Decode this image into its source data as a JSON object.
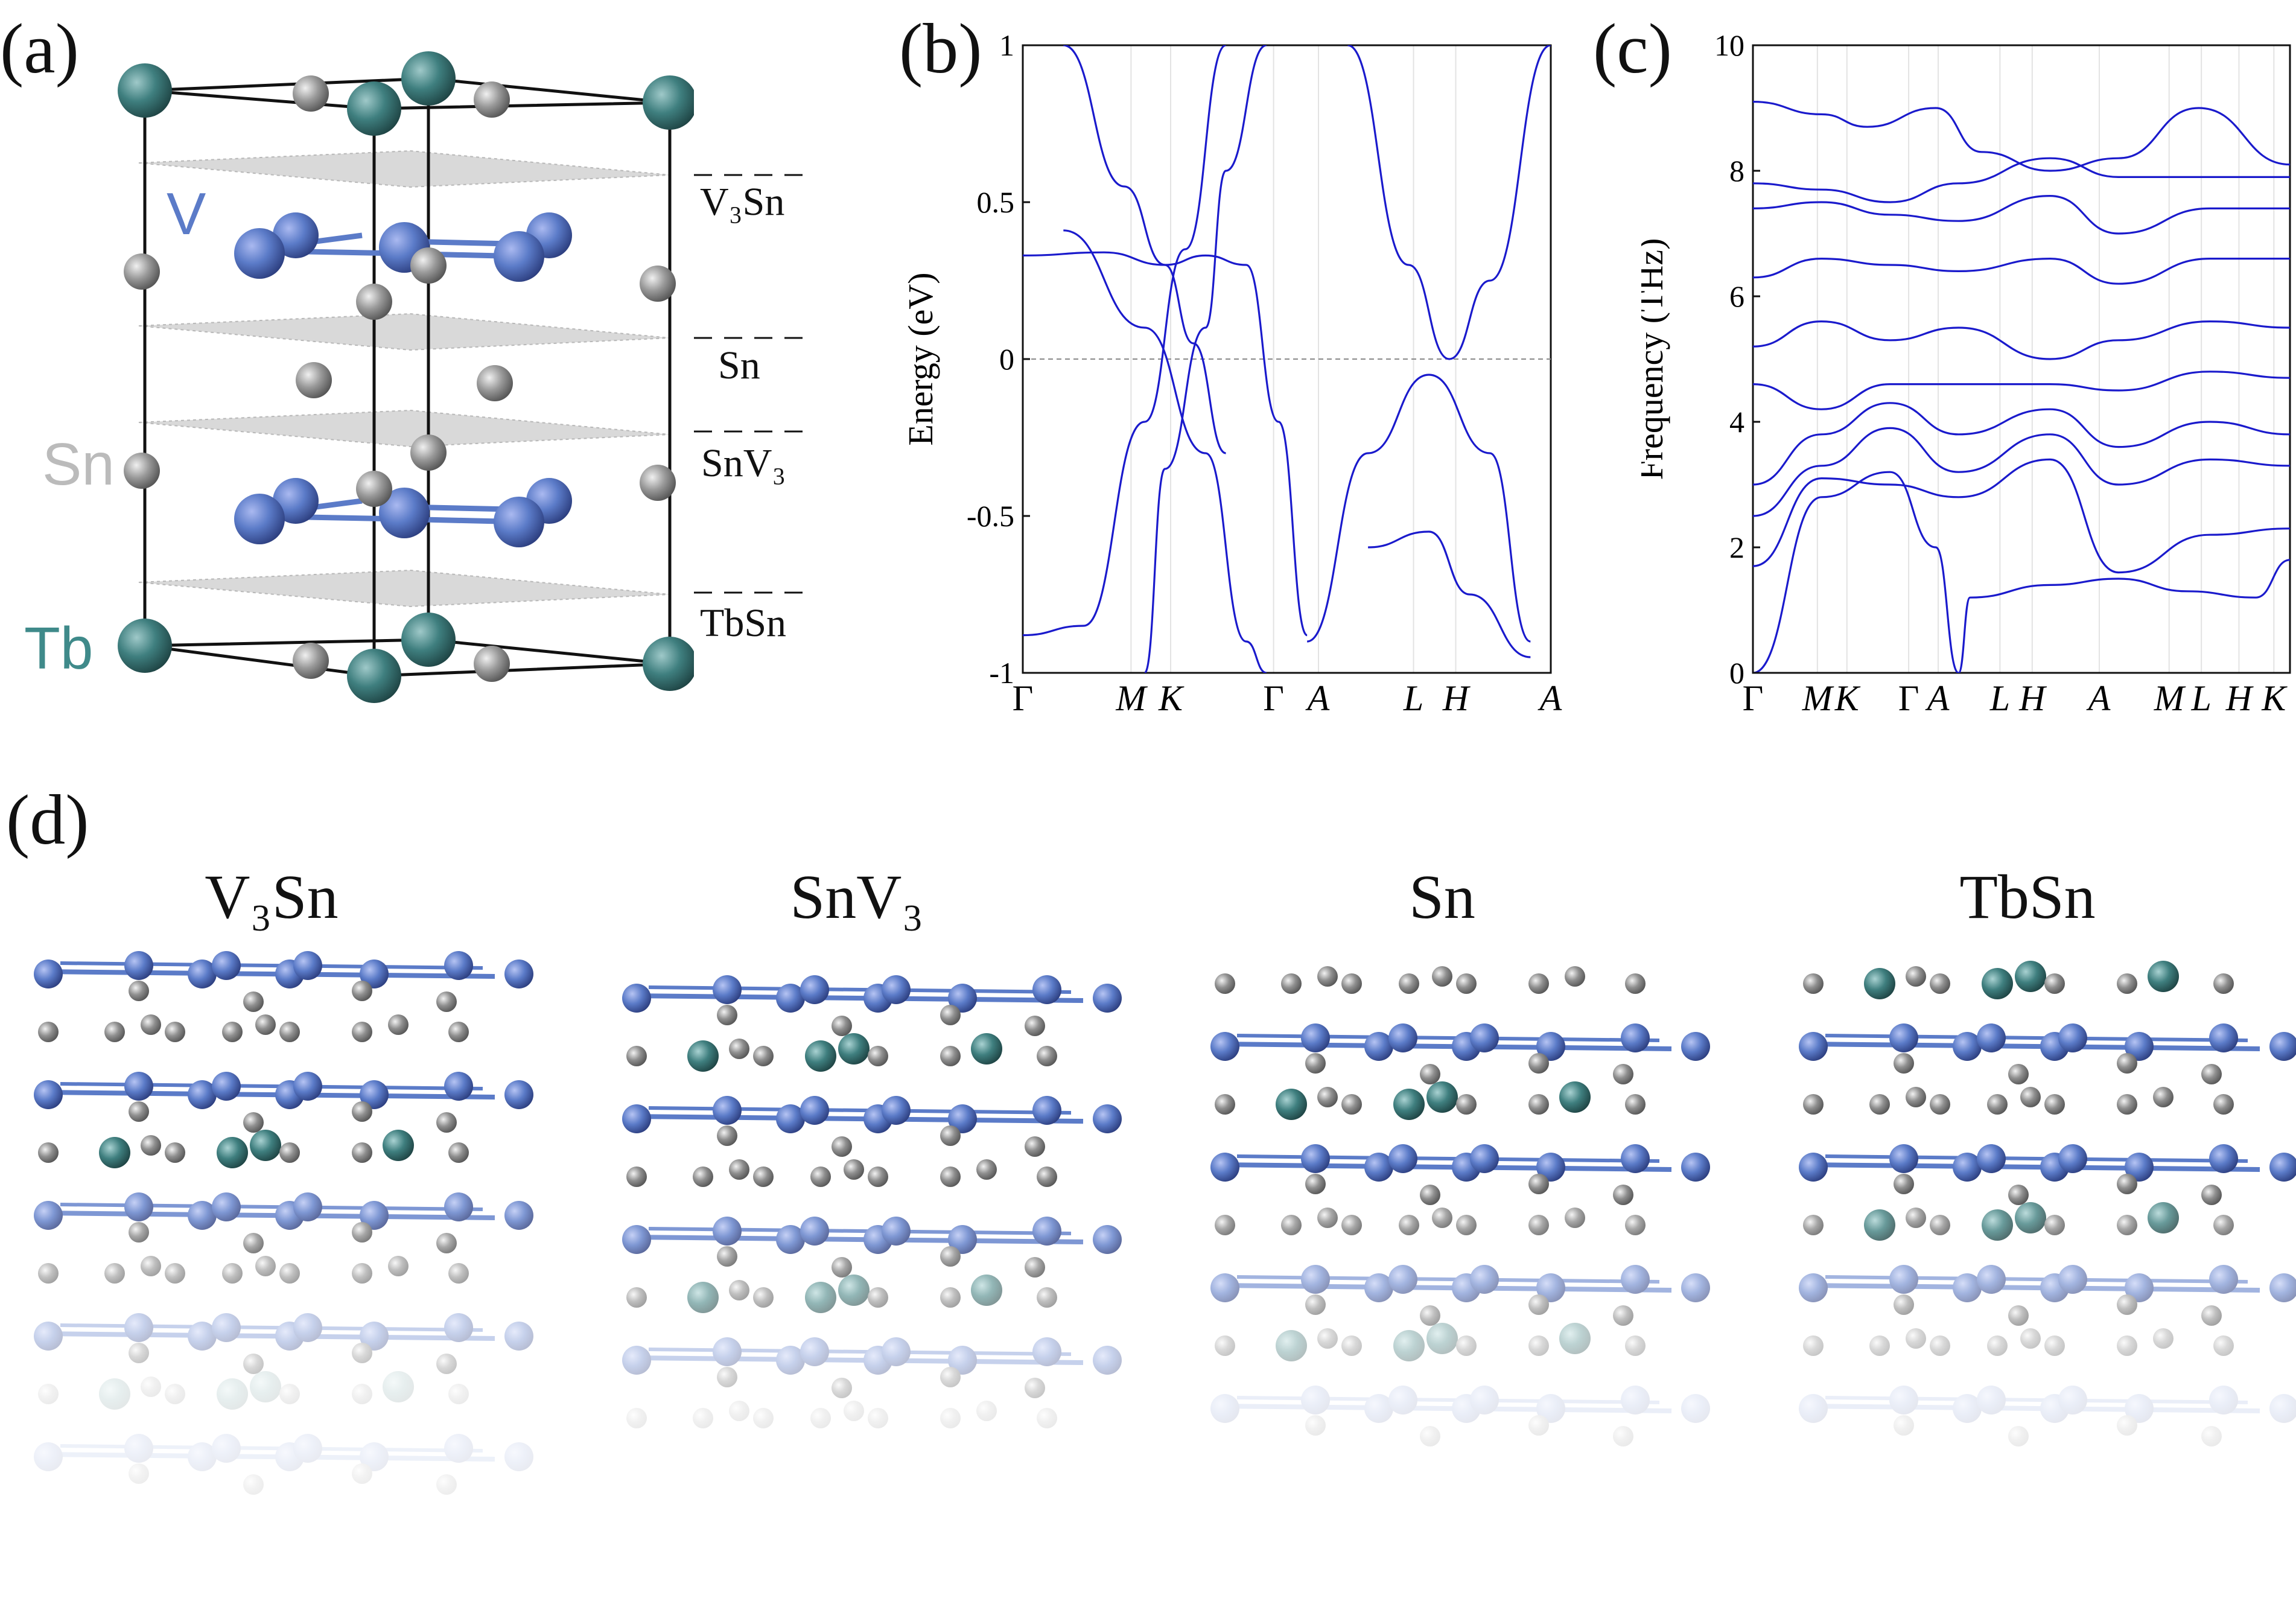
{
  "panels": {
    "a": {
      "letter": "(a)",
      "atoms": {
        "V": "V",
        "Sn": "Sn",
        "Tb": "Tb"
      },
      "layers": [
        "V₃Sn",
        "Sn",
        "SnV₃",
        "TbSn"
      ]
    },
    "b": {
      "letter": "(b)",
      "ylabel": "Energy (eV)",
      "yticks": [
        "1",
        "0.5",
        "0",
        "-0.5",
        "-1"
      ],
      "kpoints": [
        "Γ",
        "M",
        "K",
        "Γ",
        "A",
        "L",
        "H",
        "A"
      ]
    },
    "c": {
      "letter": "(c)",
      "ylabel": "Frequency (THz)",
      "yticks": [
        "10",
        "8",
        "6",
        "4",
        "2",
        "0"
      ],
      "kpoints": [
        "Γ",
        "M",
        "K",
        "Γ",
        "A",
        "L",
        "H",
        "A",
        "M",
        "L",
        "H",
        "K"
      ]
    },
    "d": {
      "letter": "(d)",
      "titles": [
        "V₃Sn",
        "SnV₃",
        "Sn",
        "TbSn"
      ]
    }
  },
  "colors": {
    "V": "#5b7bc8",
    "Sn": "#8f8f8f",
    "Tb": "#3f7f7f",
    "band": "#1a1acc"
  },
  "chart_data": [
    {
      "type": "line",
      "title": "",
      "xlabel": "",
      "ylabel": "Energy (eV)",
      "ylim": [
        -1,
        1
      ],
      "x_ticks": [
        "Γ",
        "M",
        "K",
        "Γ",
        "A",
        "L",
        "H",
        "A"
      ],
      "reference_line": 0,
      "series": [
        {
          "values": [
            [
              0,
              -0.88
            ],
            [
              0.15,
              -0.85
            ],
            [
              0.3,
              -0.2
            ],
            [
              0.4,
              0.35
            ],
            [
              0.5,
              1.0
            ]
          ]
        },
        {
          "values": [
            [
              0,
              0.33
            ],
            [
              0.2,
              0.34
            ],
            [
              0.35,
              0.3
            ],
            [
              0.45,
              0.33
            ],
            [
              0.55,
              0.3
            ],
            [
              0.63,
              -0.2
            ],
            [
              0.7,
              -0.88
            ]
          ]
        },
        {
          "values": [
            [
              0.1,
              0.41
            ],
            [
              0.3,
              0.1
            ],
            [
              0.45,
              -0.3
            ],
            [
              0.55,
              -0.9
            ],
            [
              0.6,
              -1.0
            ]
          ]
        },
        {
          "values": [
            [
              0.1,
              1.0
            ],
            [
              0.25,
              0.55
            ],
            [
              0.35,
              0.3
            ],
            [
              0.42,
              0.05
            ],
            [
              0.5,
              -0.3
            ]
          ]
        },
        {
          "values": [
            [
              0.3,
              -1.0
            ],
            [
              0.35,
              -0.35
            ],
            [
              0.45,
              0.1
            ],
            [
              0.5,
              0.6
            ],
            [
              0.6,
              1.0
            ]
          ]
        },
        {
          "values": [
            [
              0.7,
              -0.9
            ],
            [
              0.85,
              -0.3
            ],
            [
              1.0,
              -0.05
            ],
            [
              1.15,
              -0.3
            ],
            [
              1.25,
              -0.9
            ]
          ]
        },
        {
          "values": [
            [
              0.8,
              1.0
            ],
            [
              0.95,
              0.3
            ],
            [
              1.05,
              0.0
            ],
            [
              1.15,
              0.25
            ],
            [
              1.3,
              1.0
            ]
          ]
        },
        {
          "values": [
            [
              0.85,
              -0.6
            ],
            [
              1.0,
              -0.55
            ],
            [
              1.1,
              -0.75
            ],
            [
              1.25,
              -0.95
            ]
          ]
        }
      ]
    },
    {
      "type": "line",
      "title": "",
      "xlabel": "",
      "ylabel": "Frequency (THz)",
      "ylim": [
        0,
        10
      ],
      "x_ticks": [
        "Γ",
        "M",
        "K",
        "Γ",
        "A",
        "L",
        "H",
        "A",
        "M",
        "L",
        "H",
        "K"
      ],
      "series": [
        {
          "values": [
            [
              0,
              0.0
            ],
            [
              0.3,
              2.8
            ],
            [
              0.6,
              3.2
            ],
            [
              0.8,
              2.0
            ],
            [
              0.9,
              0.0
            ],
            [
              0.95,
              1.2
            ],
            [
              1.3,
              1.4
            ],
            [
              1.6,
              1.5
            ],
            [
              1.9,
              1.3
            ],
            [
              2.2,
              1.2
            ],
            [
              2.35,
              1.8
            ]
          ]
        },
        {
          "values": [
            [
              0,
              1.7
            ],
            [
              0.3,
              3.1
            ],
            [
              0.6,
              3.0
            ],
            [
              0.9,
              2.8
            ],
            [
              1.3,
              3.4
            ],
            [
              1.6,
              1.6
            ],
            [
              2.0,
              2.2
            ],
            [
              2.35,
              2.3
            ]
          ]
        },
        {
          "values": [
            [
              0,
              2.5
            ],
            [
              0.3,
              3.3
            ],
            [
              0.6,
              3.9
            ],
            [
              0.9,
              3.2
            ],
            [
              1.3,
              3.8
            ],
            [
              1.6,
              3.0
            ],
            [
              2.0,
              3.4
            ],
            [
              2.35,
              3.3
            ]
          ]
        },
        {
          "values": [
            [
              0,
              3.0
            ],
            [
              0.3,
              3.8
            ],
            [
              0.6,
              4.3
            ],
            [
              0.9,
              3.8
            ],
            [
              1.3,
              4.2
            ],
            [
              1.6,
              3.6
            ],
            [
              2.0,
              4.0
            ],
            [
              2.35,
              3.8
            ]
          ]
        },
        {
          "values": [
            [
              0,
              4.6
            ],
            [
              0.3,
              4.2
            ],
            [
              0.6,
              4.6
            ],
            [
              0.9,
              4.6
            ],
            [
              1.3,
              4.6
            ],
            [
              1.6,
              4.5
            ],
            [
              2.0,
              4.8
            ],
            [
              2.35,
              4.7
            ]
          ]
        },
        {
          "values": [
            [
              0,
              5.2
            ],
            [
              0.3,
              5.6
            ],
            [
              0.6,
              5.3
            ],
            [
              0.9,
              5.5
            ],
            [
              1.3,
              5.0
            ],
            [
              1.6,
              5.3
            ],
            [
              2.0,
              5.6
            ],
            [
              2.35,
              5.5
            ]
          ]
        },
        {
          "values": [
            [
              0,
              6.3
            ],
            [
              0.3,
              6.6
            ],
            [
              0.6,
              6.5
            ],
            [
              0.9,
              6.4
            ],
            [
              1.3,
              6.6
            ],
            [
              1.6,
              6.2
            ],
            [
              2.0,
              6.6
            ],
            [
              2.35,
              6.6
            ]
          ]
        },
        {
          "values": [
            [
              0,
              7.4
            ],
            [
              0.3,
              7.5
            ],
            [
              0.6,
              7.3
            ],
            [
              0.9,
              7.2
            ],
            [
              1.3,
              7.6
            ],
            [
              1.6,
              7.0
            ],
            [
              2.0,
              7.4
            ],
            [
              2.35,
              7.4
            ]
          ]
        },
        {
          "values": [
            [
              0,
              7.8
            ],
            [
              0.3,
              7.7
            ],
            [
              0.6,
              7.5
            ],
            [
              0.9,
              7.8
            ],
            [
              1.3,
              8.2
            ],
            [
              1.6,
              7.9
            ],
            [
              2.0,
              7.9
            ],
            [
              2.35,
              7.9
            ]
          ]
        },
        {
          "values": [
            [
              0,
              9.1
            ],
            [
              0.3,
              8.9
            ],
            [
              0.5,
              8.7
            ],
            [
              0.8,
              9.0
            ],
            [
              1.0,
              8.3
            ],
            [
              1.3,
              8.0
            ],
            [
              1.6,
              8.2
            ],
            [
              1.95,
              9.0
            ],
            [
              2.35,
              8.1
            ]
          ]
        }
      ]
    }
  ]
}
